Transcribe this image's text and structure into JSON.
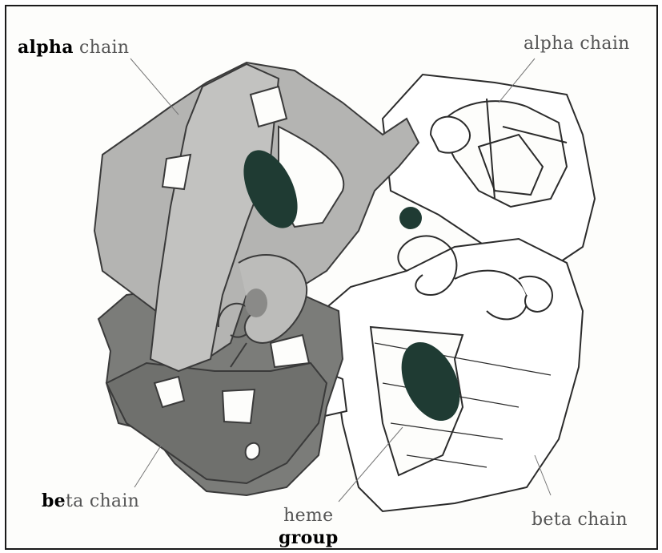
{
  "labels": {
    "alpha_left_bold": "alpha",
    "alpha_left_rest": "chain",
    "alpha_right": "alpha chain",
    "beta_left_bold": "be",
    "beta_left_rest": "ta chain",
    "heme_line1": "heme",
    "heme_line2": "group",
    "beta_right": "beta chain"
  },
  "colors": {
    "alpha_left": "#b4b4b2",
    "beta_left": "#7b7c79",
    "heme": "#1f3b33",
    "outline_chain": "#ffffff",
    "stroke": "#2b2b2b"
  }
}
